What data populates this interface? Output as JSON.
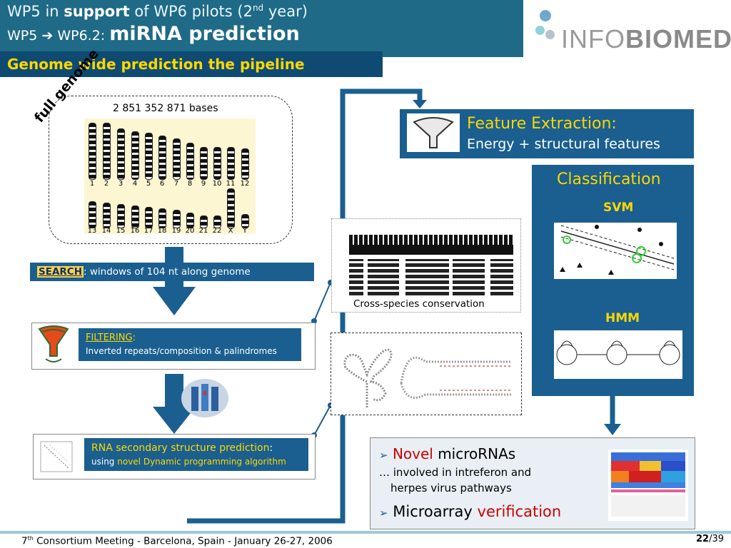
{
  "header": {
    "line1_pre": "WP5 in ",
    "line1_bold": "support",
    "line1_post": " of WP6 pilots (2",
    "line1_sup": "nd",
    "line1_end": " year)",
    "line2_pre": "WP5 ➔ WP6.2: ",
    "line2_big": "miRNA prediction"
  },
  "subtitle": "Genome wide prediction the pipeline",
  "logo": {
    "text_light": "INFO",
    "text_bold": "BIOMED"
  },
  "genome": {
    "label": "full genome",
    "bases": "2  851 352 871 bases",
    "row1": [
      "1",
      "2",
      "3",
      "4",
      "5",
      "6",
      "7",
      "8",
      "9",
      "10",
      "11",
      "12"
    ],
    "row2": [
      "13",
      "14",
      "15",
      "16",
      "17",
      "18",
      "19",
      "20",
      "21",
      "22",
      "X",
      "Y"
    ]
  },
  "search": {
    "keyword": "SEARCH",
    "text": ": windows of 104 nt along genome"
  },
  "filtering": {
    "keyword": "FILTERING",
    "colon": ":",
    "text": "Inverted repeats/composition & palindromes"
  },
  "rna": {
    "title": "RNA secondary structure prediction",
    "colon": ":",
    "using": "using",
    "novel": "novel",
    "algo": "Dynamic programming algorithm"
  },
  "conservation_caption": "Cross-species conservation",
  "feature": {
    "title": "Feature Extraction:",
    "subtitle": "Energy + structural features"
  },
  "classification": {
    "title": "Classification",
    "svm": "SVM",
    "hmm": "HMM"
  },
  "result": {
    "novel": "Novel",
    "micrornas": " microRNAs",
    "involved1": "… involved in intreferon and",
    "involved2": "herpes virus pathways",
    "microarray": "Microarray ",
    "verification": "verification"
  },
  "footer": {
    "sup": "th",
    "pre": "7",
    "text": "  Consortium Meeting  - Barcelona, Spain  - January 26-27, 2006",
    "page": "22",
    "total": "/39"
  },
  "colors": {
    "header_bg": "#1f6a86",
    "box_bg": "#1a5f8f",
    "accent_yellow": "#ffd700",
    "accent_red": "#cc0000",
    "footer_line": "#9bc9d9"
  }
}
